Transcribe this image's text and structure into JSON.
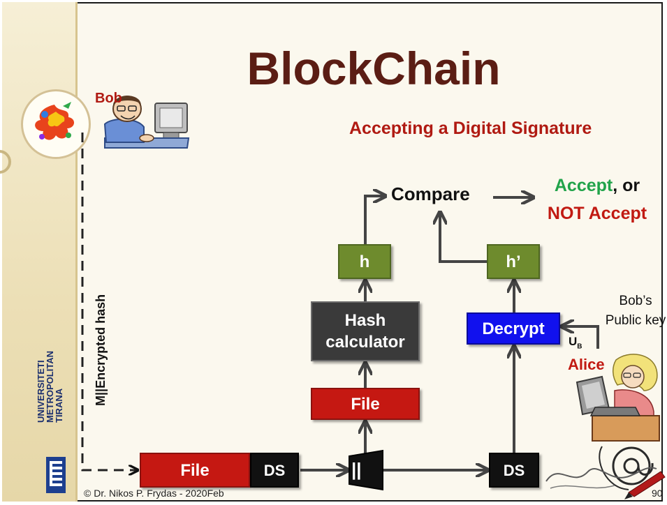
{
  "slide": {
    "title": "BlockChain",
    "subtitle": "Accepting a Digital Signature",
    "university_logo_text": "UNIVERSITETI\nMETROPOLITAN\nTIRANA",
    "footer": "© Dr. Nikos P. Frydas -  2020Feb",
    "page_number": "90"
  },
  "people": {
    "bob": "Bob",
    "alice": "Alice"
  },
  "diagram": {
    "vertical_label": "M||Encrypted hash",
    "file_bottom": "File",
    "ds_bottom": "DS",
    "splitter": "||",
    "ds_right": "DS",
    "file_mid": "File",
    "hash_calculator": "Hash\ncalculator",
    "h": "h",
    "h_prime": "h’",
    "decrypt": "Decrypt",
    "public_key_label": "Bob’s Public key",
    "ub_base": "U",
    "ub_sub": "B",
    "compare": "Compare",
    "result_accept": "Accept",
    "result_or": ", or",
    "result_not_accept": "NOT Accept"
  }
}
